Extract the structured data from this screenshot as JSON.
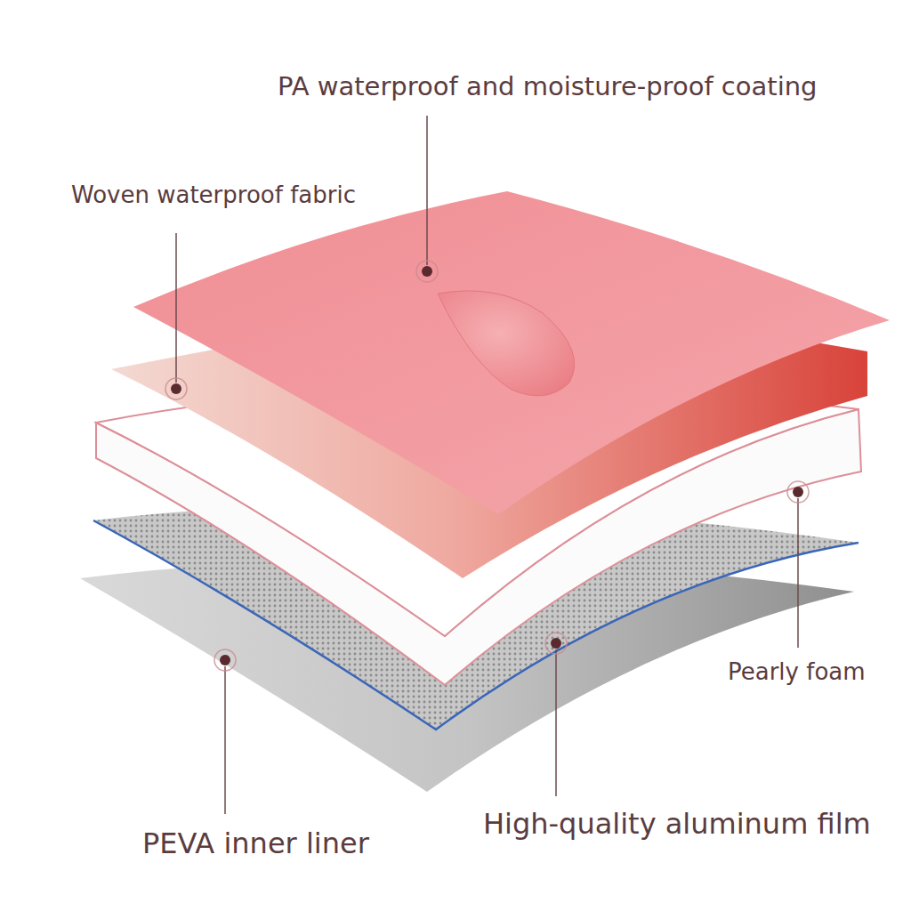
{
  "diagram": {
    "labels": [
      "PA waterproof and moisture-proof coating",
      "Woven waterproof fabric",
      "Pearly foam",
      "High-quality aluminum film",
      "PEVA inner liner"
    ]
  }
}
